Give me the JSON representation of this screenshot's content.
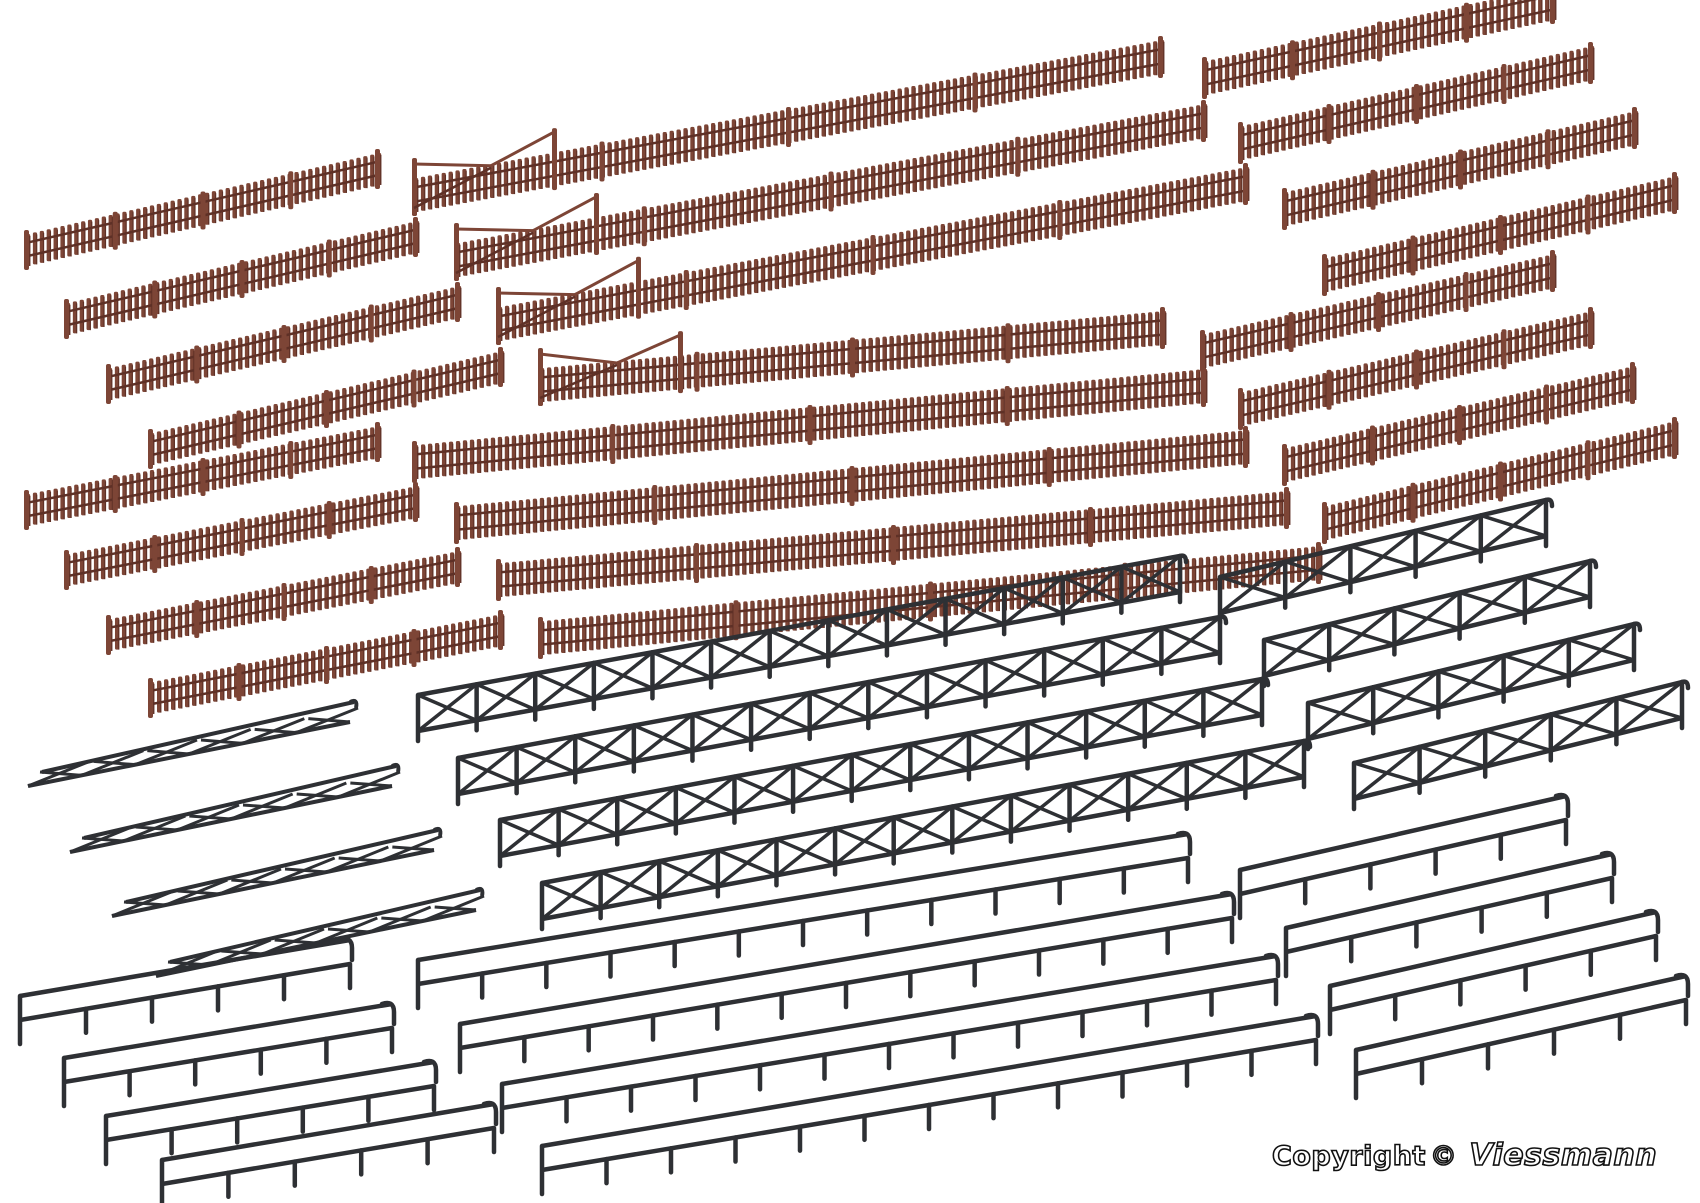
{
  "image": {
    "subject": "Model fence assortment product photo",
    "background": "#ffffff"
  },
  "colors": {
    "picket_fence": "#7d4536",
    "picket_fence_shade": "#5e3026",
    "iron_fence": "#2e3034"
  },
  "groups": {
    "picket_fences_left": {
      "count": 8,
      "type": "picket-fence-short"
    },
    "picket_fences_center": {
      "count": 8,
      "type": "picket-fence-long",
      "with_gate_count": 4
    },
    "picket_fences_right": {
      "count": 8,
      "type": "picket-fence-short"
    },
    "lattice_fences_left": {
      "count": 4,
      "type": "lattice-truss-fence"
    },
    "x_brace_fences_center": {
      "count": 4,
      "type": "x-brace-fence-long"
    },
    "x_brace_fences_right": {
      "count": 4,
      "type": "x-brace-fence-short"
    },
    "rail_fences_left": {
      "count": 4,
      "type": "rail-fence-short"
    },
    "rail_fences_center": {
      "count": 4,
      "type": "rail-fence-long"
    },
    "rail_fences_right": {
      "count": 4,
      "type": "rail-fence-short"
    }
  },
  "watermark": {
    "prefix": "Copyright",
    "symbol": "©",
    "brand": "Viessmann"
  }
}
